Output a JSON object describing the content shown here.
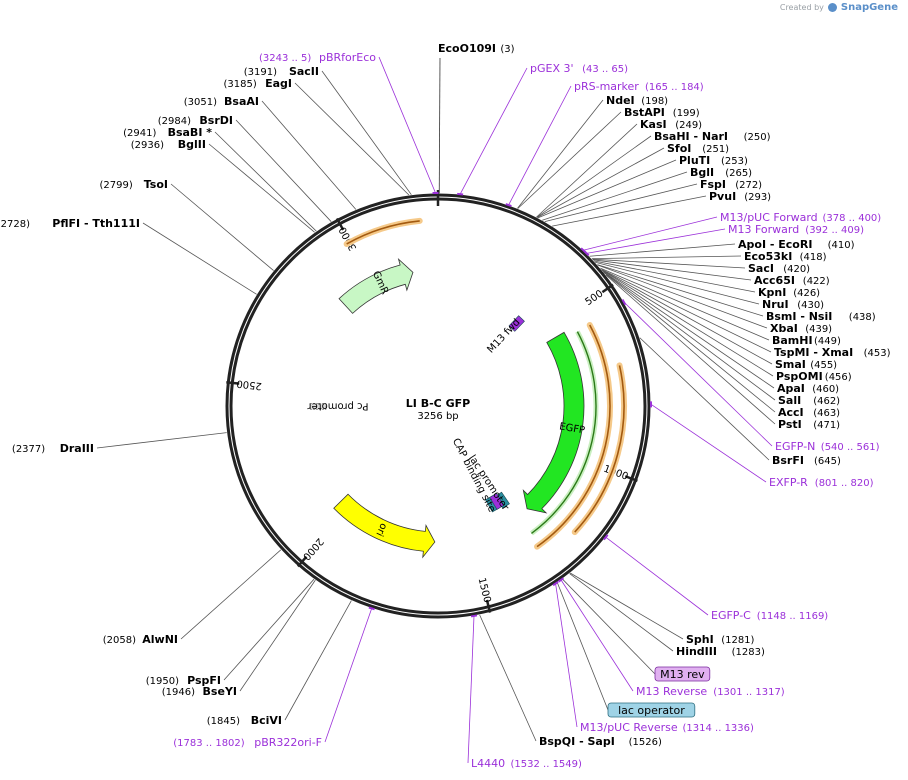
{
  "branding": {
    "created_by": "Created by",
    "product": "SnapGene"
  },
  "plasmid": {
    "name": "LI B-C GFP",
    "size": "3256 bp",
    "length": 3256
  },
  "ruler": [
    {
      "bp": 500,
      "label": "500"
    },
    {
      "bp": 1000,
      "label": "1000"
    },
    {
      "bp": 1500,
      "label": "1500"
    },
    {
      "bp": 2000,
      "label": "2000"
    },
    {
      "bp": 2500,
      "label": "2500"
    },
    {
      "bp": 3000,
      "label": "3000"
    }
  ],
  "features": [
    {
      "name": "EGFP",
      "start": 540,
      "end": 1258,
      "direction": 1,
      "color": "#22e622"
    },
    {
      "name": "GmR",
      "start": 2870,
      "end": 3160,
      "direction": -1,
      "color": "#c8f7c5"
    },
    {
      "name": "ori",
      "start": 1640,
      "end": 2040,
      "direction": -1,
      "color": "#ffff00"
    },
    {
      "name": "M13 fwd",
      "start": 378,
      "end": 400,
      "color": "#9b30d9"
    },
    {
      "name": "lac promoter",
      "start": 1301,
      "end": 1330,
      "color": "#2a8fa0"
    },
    {
      "name": "CAP binding site",
      "start": 1355,
      "end": 1375,
      "color": "#2a8fa0"
    },
    {
      "name": "Pc promoter",
      "start": 2430,
      "end": 2450,
      "color": "#bbbbbb"
    }
  ],
  "enzymes": [
    {
      "name": "EcoO109I",
      "pos": "(3)",
      "site": 3,
      "side": "top"
    },
    {
      "name": "NdeI",
      "pos": "(198)",
      "site": 198,
      "side": "right"
    },
    {
      "name": "BstAPI",
      "pos": "(199)",
      "site": 199,
      "side": "right"
    },
    {
      "name": "KasI",
      "pos": "(249)",
      "site": 249,
      "side": "right"
    },
    {
      "name": "BsaHI - NarI",
      "pos": "(250)",
      "site": 250,
      "side": "right"
    },
    {
      "name": "SfoI",
      "pos": "(251)",
      "site": 251,
      "side": "right"
    },
    {
      "name": "PluTI",
      "pos": "(253)",
      "site": 253,
      "side": "right"
    },
    {
      "name": "BglI",
      "pos": "(265)",
      "site": 265,
      "side": "right"
    },
    {
      "name": "FspI",
      "pos": "(272)",
      "site": 272,
      "side": "right"
    },
    {
      "name": "PvuI",
      "pos": "(293)",
      "site": 293,
      "side": "right"
    },
    {
      "name": "ApoI - EcoRI",
      "pos": "(410)",
      "site": 410,
      "side": "right"
    },
    {
      "name": "Eco53kI",
      "pos": "(418)",
      "site": 418,
      "side": "right"
    },
    {
      "name": "SacI",
      "pos": "(420)",
      "site": 420,
      "side": "right"
    },
    {
      "name": "Acc65I",
      "pos": "(422)",
      "site": 422,
      "side": "right"
    },
    {
      "name": "KpnI",
      "pos": "(426)",
      "site": 426,
      "side": "right"
    },
    {
      "name": "NruI",
      "pos": "(430)",
      "site": 430,
      "side": "right"
    },
    {
      "name": "BsmI - NsiI",
      "pos": "(438)",
      "site": 438,
      "side": "right"
    },
    {
      "name": "XbaI",
      "pos": "(439)",
      "site": 439,
      "side": "right"
    },
    {
      "name": "BamHI",
      "pos": "(449)",
      "site": 449,
      "side": "right"
    },
    {
      "name": "TspMI - XmaI",
      "pos": "(453)",
      "site": 453,
      "side": "right"
    },
    {
      "name": "SmaI",
      "pos": "(455)",
      "site": 455,
      "side": "right"
    },
    {
      "name": "PspOMI",
      "pos": "(456)",
      "site": 456,
      "side": "right"
    },
    {
      "name": "ApaI",
      "pos": "(460)",
      "site": 460,
      "side": "right"
    },
    {
      "name": "SalI",
      "pos": "(462)",
      "site": 462,
      "side": "right"
    },
    {
      "name": "AccI",
      "pos": "(463)",
      "site": 463,
      "side": "right"
    },
    {
      "name": "PstI",
      "pos": "(471)",
      "site": 471,
      "side": "right"
    },
    {
      "name": "BsrFI",
      "pos": "(645)",
      "site": 645,
      "side": "right"
    },
    {
      "name": "SphI",
      "pos": "(1281)",
      "site": 1281,
      "side": "right"
    },
    {
      "name": "HindIII",
      "pos": "(1283)",
      "site": 1283,
      "side": "right"
    },
    {
      "name": "BspQI - SapI",
      "pos": "(1526)",
      "site": 1526,
      "side": "right"
    },
    {
      "name": "BciVI",
      "pos": "(1845)",
      "site": 1845,
      "side": "left"
    },
    {
      "name": "BseYI",
      "pos": "(1946)",
      "site": 1946,
      "side": "left"
    },
    {
      "name": "PspFI",
      "pos": "(1950)",
      "site": 1950,
      "side": "left"
    },
    {
      "name": "AlwNI",
      "pos": "(2058)",
      "site": 2058,
      "side": "left"
    },
    {
      "name": "DraIII",
      "pos": "(2377)",
      "site": 2377,
      "side": "left"
    },
    {
      "name": "PflFI - Tth111I",
      "pos": "(2728)",
      "site": 2728,
      "side": "left"
    },
    {
      "name": "TsoI",
      "pos": "(2799)",
      "site": 2799,
      "side": "left"
    },
    {
      "name": "BglII",
      "pos": "(2936)",
      "site": 2936,
      "side": "left"
    },
    {
      "name": "BsaBI *",
      "pos": "(2941)",
      "site": 2941,
      "side": "left"
    },
    {
      "name": "BsrDI",
      "pos": "(2984)",
      "site": 2984,
      "side": "left"
    },
    {
      "name": "BsaAI",
      "pos": "(3051)",
      "site": 3051,
      "side": "left"
    },
    {
      "name": "EagI",
      "pos": "(3185)",
      "site": 3185,
      "side": "left"
    },
    {
      "name": "SacII",
      "pos": "(3191)",
      "site": 3191,
      "side": "left"
    }
  ],
  "primers": [
    {
      "name": "pBRforEco",
      "range": "(3243 .. 5)",
      "site": 3250,
      "side": "left"
    },
    {
      "name": "pGEX 3'",
      "range": "(43 .. 65)",
      "site": 54,
      "side": "right"
    },
    {
      "name": "pRS-marker",
      "range": "(165 .. 184)",
      "site": 175,
      "side": "right"
    },
    {
      "name": "M13/pUC Forward",
      "range": "(378 .. 400)",
      "site": 389,
      "side": "right"
    },
    {
      "name": "M13 Forward",
      "range": "(392 .. 409)",
      "site": 400,
      "side": "right"
    },
    {
      "name": "EGFP-N",
      "range": "(540 .. 561)",
      "site": 550,
      "side": "right"
    },
    {
      "name": "EXFP-R",
      "range": "(801 .. 820)",
      "site": 810,
      "side": "right"
    },
    {
      "name": "EGFP-C",
      "range": "(1148 .. 1169)",
      "site": 1158,
      "side": "right"
    },
    {
      "name": "M13 Reverse",
      "range": "(1301 .. 1317)",
      "site": 1309,
      "side": "right"
    },
    {
      "name": "M13/pUC Reverse",
      "range": "(1314 .. 1336)",
      "site": 1325,
      "side": "right"
    },
    {
      "name": "L4440",
      "range": "(1532 .. 1549)",
      "site": 1540,
      "side": "right"
    },
    {
      "name": "pBR322ori-F",
      "range": "(1783 .. 1802)",
      "site": 1792,
      "side": "left"
    }
  ],
  "boxed_labels": [
    {
      "name": "M13 rev",
      "site": 1305,
      "fill": "#e0b0f0",
      "stroke": "#7a2a9e"
    },
    {
      "name": "lac operator",
      "site": 1320,
      "fill": "#9fd3e6",
      "stroke": "#2f6f80"
    }
  ]
}
